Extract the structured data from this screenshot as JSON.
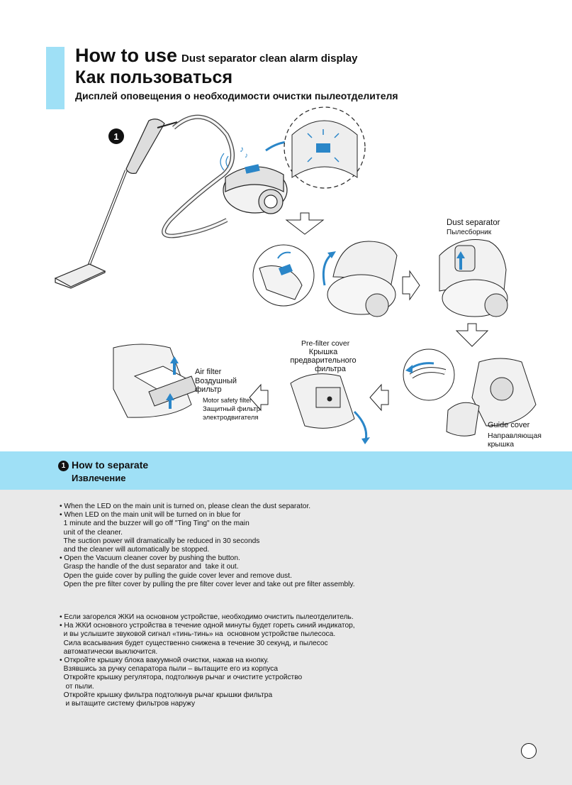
{
  "header": {
    "title_en": "How to use",
    "title_en_sub": "Dust separator clean alarm display",
    "title_ru": "Как пользоваться",
    "subtitle_ru": "Дисплей оповещения о необходимости очистки пылеотделителя"
  },
  "figure": {
    "step_number": "1",
    "labels": {
      "dust_separator_en": "Dust separator",
      "dust_separator_ru": "Пылесборник",
      "prefilter_en": "Pre-filter cover",
      "prefilter_ru_1": "Крышка",
      "prefilter_ru_2": "предварительного",
      "prefilter_ru_3": "фильтра",
      "air_filter_en": "Air filter",
      "air_filter_ru_1": "Воздушный",
      "air_filter_ru_2": "фильтр",
      "motor_filter_en": "Motor safety filter",
      "motor_filter_ru_1": "Защитный фильтр",
      "motor_filter_ru_2": "электродвигателя",
      "guide_cover_en": "Guide cover",
      "guide_cover_ru_1": "Направляющая",
      "guide_cover_ru_2": "крышка"
    }
  },
  "section": {
    "number": "1",
    "title_en": "How to separate",
    "title_ru": "Извлечение"
  },
  "instructions_en": [
    "• When the LED on the main unit is turned on, please clean the dust separator.",
    "• When LED on the main unit will be turned on in blue for",
    "  1 minute and the buzzer will go off \"Ting Ting\" on the main",
    "  unit of the cleaner.",
    "  The suction power will dramatically be reduced in 30 seconds",
    "  and the cleaner will automatically be stopped.",
    "• Open the Vacuum cleaner cover by pushing the button.",
    "  Grasp the handle of the dust separator and  take it out.",
    "  Open the guide cover by pulling the guide cover lever and remove dust.",
    "  Open the pre filter cover by pulling the pre filter cover lever and take out pre filter assembly."
  ],
  "instructions_ru": [
    "• Если загорелся ЖКИ на основном устройстве, необходимо очистить пылеотделитель.",
    "• На ЖКИ основного устройства в течение одной минуты будет гореть синий индикатор,",
    "  и вы услышите звуковой сигнал «тинь-тинь» на  основном устройстве пылесоса.",
    "  Сила всасывания будет существенно снижена в течение 30 секунд, и пылесос",
    "  автоматически выключится.",
    "• Откройте крышку блока вакуумной очистки, нажав на кнопку.",
    "  Взявшись за ручку сепаратора пыли – вытащите его из корпуса",
    "  Откройте крышку регулятора, подтолкнув рычаг и очистите устройство",
    "   от пыли.",
    "  Откройте крышку фильтра подтолкнув рычаг крышки фильтра",
    "   и вытащите систему фильтров наружу"
  ],
  "colors": {
    "accent": "#9fe0f6",
    "gray_panel": "#e9e9e9",
    "highlight_blue": "#2a86c8"
  }
}
